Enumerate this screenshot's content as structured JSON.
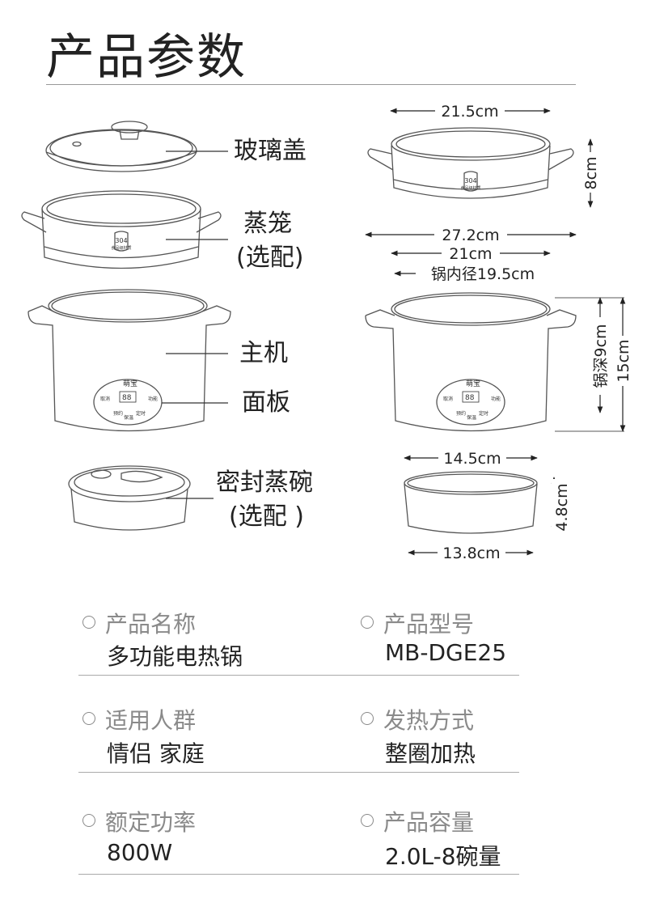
{
  "title": "产品参数",
  "labels": {
    "lid": "玻璃盖",
    "steamer": "蒸笼",
    "steamer_optional": "(选配)",
    "main": "主机",
    "panel": "面板",
    "bowl": "密封蒸碗",
    "bowl_optional": "(选配 )"
  },
  "badge": {
    "line1": "304",
    "line2": "食品级材质"
  },
  "panel_text": {
    "brand": "萌宝",
    "left": "取消",
    "right": "功能",
    "bottom_left": "预约",
    "bottom_mid": "保温",
    "bottom_right": "定时",
    "display": "88"
  },
  "dimensions": {
    "steamer_width": "21.5cm",
    "steamer_height": "8cm",
    "pot_outer": "27.2cm",
    "pot_rim": "21cm",
    "pot_inner": "锅内径19.5cm",
    "pot_depth": "锅深9cm",
    "pot_height": "15cm",
    "bowl_top": "14.5cm",
    "bowl_bottom": "13.8cm",
    "bowl_height": "4.8cm"
  },
  "specs": [
    {
      "label": "产品名称",
      "value": "多功能电热锅"
    },
    {
      "label": "产品型号",
      "value": "MB-DGE25"
    },
    {
      "label": "适用人群",
      "value": "情侣 家庭"
    },
    {
      "label": "发热方式",
      "value": "整圈加热"
    },
    {
      "label": "额定功率",
      "value": "800W"
    },
    {
      "label": "产品容量",
      "value": "2.0L-8碗量"
    }
  ],
  "colors": {
    "line": "#555555",
    "text": "#222222",
    "muted": "#8a8a8a"
  }
}
